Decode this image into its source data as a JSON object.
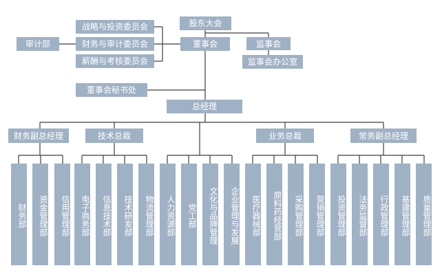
{
  "top": {
    "shareholders": "股东大会",
    "board": "董事会",
    "supervisory_board": "监事会",
    "supervisory_office": "监事会办公室",
    "audit": "审计部",
    "secretary_office": "董事会秘书处",
    "committees": [
      "战略与投资委员会",
      "财务与审计委员会",
      "薪酬与考核委员会"
    ],
    "gm": "总经理"
  },
  "groups": [
    {
      "name": "财务副总经理",
      "departments": [
        "财务部",
        "资金管理部",
        "信用管理部"
      ]
    },
    {
      "name": "技术总裁",
      "departments": [
        "电子商务部",
        "信息技术部",
        "技术研发部",
        "物流管理部"
      ]
    },
    {
      "name": "",
      "departments": [
        "人力资源部",
        "党工部",
        "文化与品牌管理",
        "企业管理与发展"
      ]
    },
    {
      "name": "业务总裁",
      "departments": [
        "医疗器械部",
        "原料药经营部",
        "采购管理部",
        "营销管理部"
      ]
    },
    {
      "name": "常务副总经理",
      "departments": [
        "投资管理部",
        "法务监督部",
        "行政管理部",
        "基建管理部",
        "质量管理部"
      ]
    }
  ],
  "colors": {
    "box": "#9fb1c4",
    "text": "#ffffff",
    "line": "#3c3c3c"
  }
}
